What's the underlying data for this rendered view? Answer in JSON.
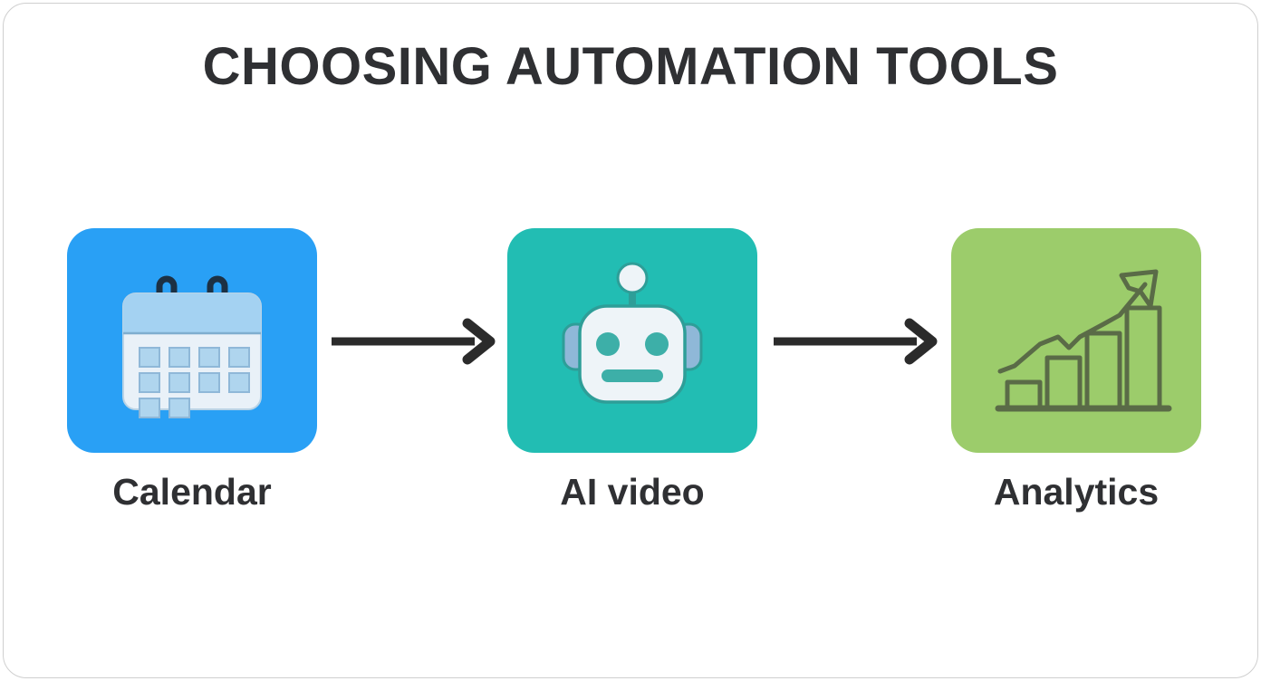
{
  "page": {
    "title": "CHOOSING AUTOMATION TOOLS",
    "background_color": "#ffffff",
    "border_color": "#cfcfcf",
    "text_color": "#2f3033"
  },
  "flow": {
    "steps": [
      {
        "label": "Calendar",
        "icon": "calendar-icon",
        "card_color": "#29A0F5",
        "icon_colors": {
          "body": "#E9F1F8",
          "header": "#A4D2F2",
          "cell": "#AFD5EE",
          "outline": "#8FB8D8",
          "ring": "#1C3144"
        }
      },
      {
        "label": "AI video",
        "icon": "robot-icon",
        "card_color": "#22BDB3",
        "icon_colors": {
          "head": "#EEF4F8",
          "ear": "#8FB8D8",
          "feature": "#3DAFA8",
          "outline": "#2E9E98"
        }
      },
      {
        "label": "Analytics",
        "icon": "analytics-chart-icon",
        "card_color": "#9CCC6B",
        "icon_colors": {
          "stroke": "#5A6B47"
        }
      }
    ],
    "connectors": [
      {
        "name": "arrow-calendar-to-ai-video",
        "direction": "right",
        "color": "#2B2B2B"
      },
      {
        "name": "arrow-ai-video-to-analytics",
        "direction": "right",
        "color": "#2B2B2B"
      }
    ]
  }
}
